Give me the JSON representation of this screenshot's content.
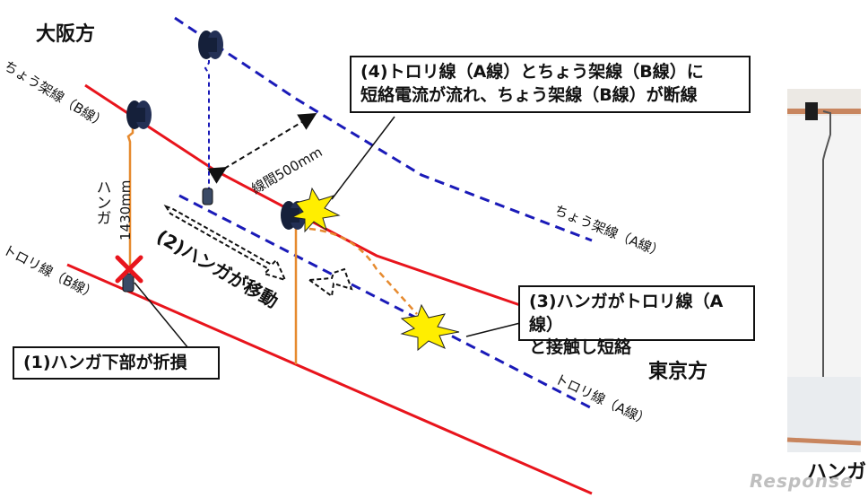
{
  "labels": {
    "osaka": "大阪方",
    "tokyo": "東京方",
    "messenger_b": "ちょう架線（B線）",
    "messenger_a": "ちょう架線（A線）",
    "trolley_b": "トロリ線（B線）",
    "trolley_a": "トロリ線（A線）",
    "hanger_vertical": "ハンガ",
    "hanger_length": "1430mm",
    "gap": "線間500mm",
    "hanger_moved": "(2)ハンガが移動",
    "photo_caption": "ハンガ"
  },
  "callouts": {
    "c1": "(1)ハンガ下部が折損",
    "c3_line1": "(3)ハンガがトロリ線（A線）",
    "c3_line2": "と接触し短絡",
    "c4_line1": "(4)トロリ線（A線）とちょう架線（B線）に",
    "c4_line2": "短絡電流が流れ、ちょう架線（B線）が断線"
  },
  "watermark": "Response",
  "colors": {
    "line_b": "#e8141c",
    "line_a": "#1a1ab8",
    "hanger": "#e68a2e",
    "spark": "#ffee00"
  }
}
